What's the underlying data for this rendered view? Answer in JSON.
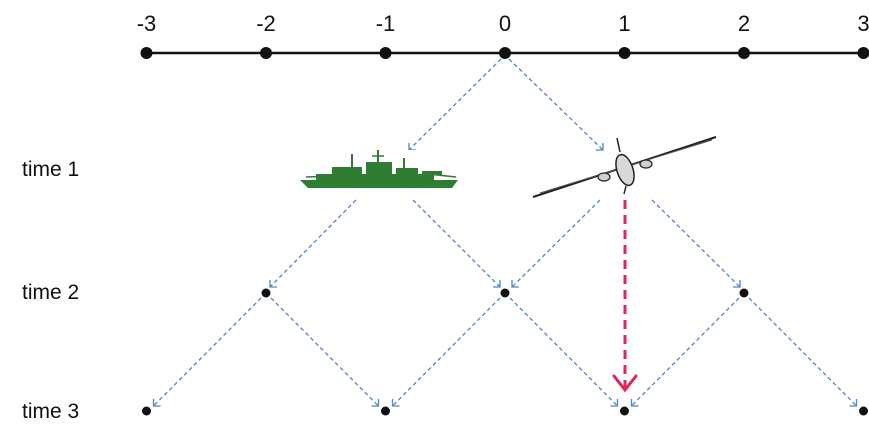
{
  "number_line": {
    "ticks": [
      "-3",
      "-2",
      "-1",
      "0",
      "1",
      "2",
      "3"
    ]
  },
  "rows": [
    {
      "label": "time 1"
    },
    {
      "label": "time 2"
    },
    {
      "label": "time 3"
    }
  ],
  "icons": {
    "time1_left": "battleship-icon",
    "time1_right": "airplane-icon"
  },
  "colors": {
    "line": "#111111",
    "walk_arrows": "#4a86c8",
    "measurement_arrow": "#e0265a",
    "ship": "#2e7d32",
    "background": "#ffffff"
  }
}
